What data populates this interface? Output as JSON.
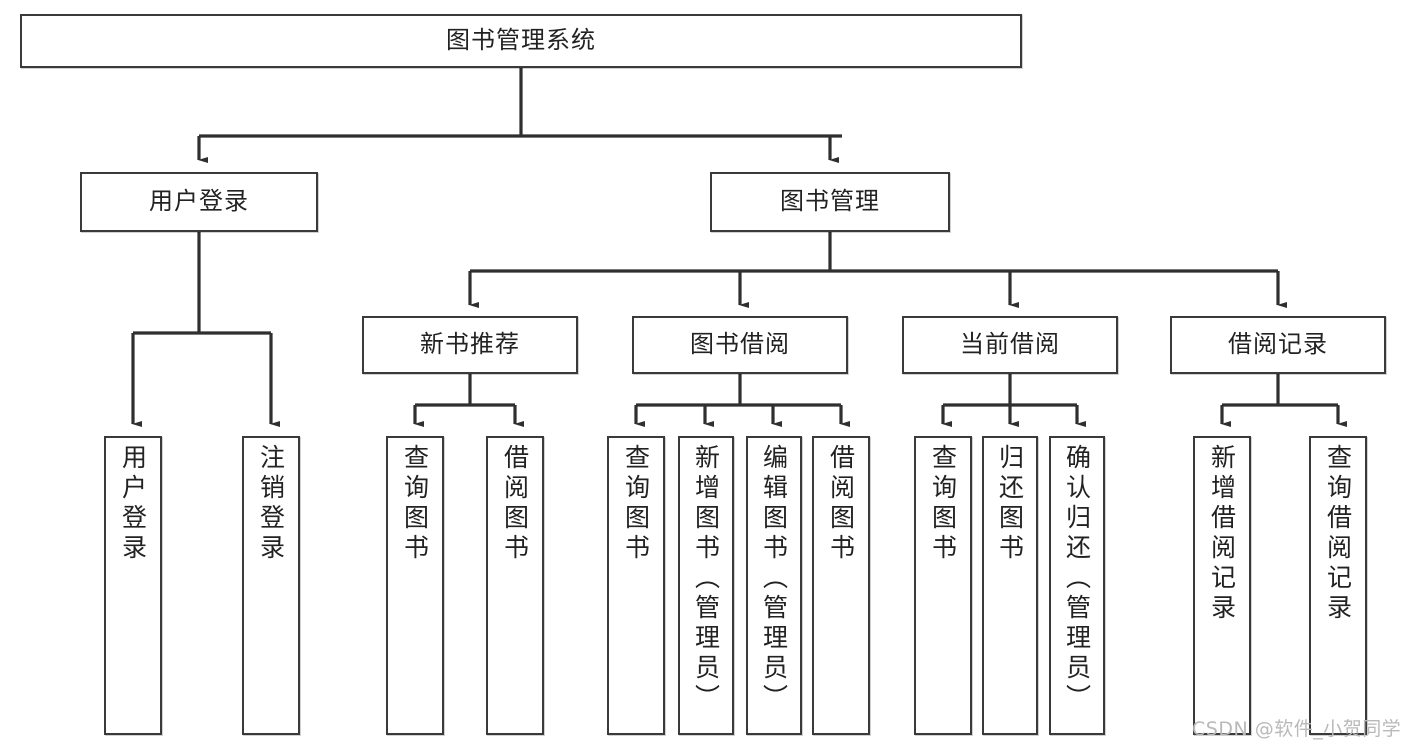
{
  "diagram": {
    "title": "图书管理系统",
    "type": "tree",
    "watermark": "CSDN @软件_小贺同学",
    "colors": {
      "box_border": "#3a3a3a",
      "box_fill": "#ffffff",
      "line": "#2f2f2f",
      "text": "#222222",
      "watermark": "#b9b9b9"
    },
    "root": {
      "label": "图书管理系统"
    },
    "level2": [
      {
        "label": "用户登录"
      },
      {
        "label": "图书管理"
      }
    ],
    "level3": [
      {
        "label": "新书推荐"
      },
      {
        "label": "图书借阅"
      },
      {
        "label": "当前借阅"
      },
      {
        "label": "借阅记录"
      }
    ],
    "leaves": {
      "user_login": [
        {
          "label": "用户登录"
        },
        {
          "label": "注销登录"
        }
      ],
      "new_book_recommend": [
        {
          "label": "查询图书"
        },
        {
          "label": "借阅图书"
        }
      ],
      "book_borrow": [
        {
          "label": "查询图书"
        },
        {
          "label": "新增图书（管理员）"
        },
        {
          "label": "编辑图书（管理员）"
        },
        {
          "label": "借阅图书"
        }
      ],
      "current_borrow": [
        {
          "label": "查询图书"
        },
        {
          "label": "归还图书"
        },
        {
          "label": "确认归还（管理员）"
        }
      ],
      "borrow_record": [
        {
          "label": "新增借阅记录"
        },
        {
          "label": "查询借阅记录"
        }
      ]
    }
  }
}
